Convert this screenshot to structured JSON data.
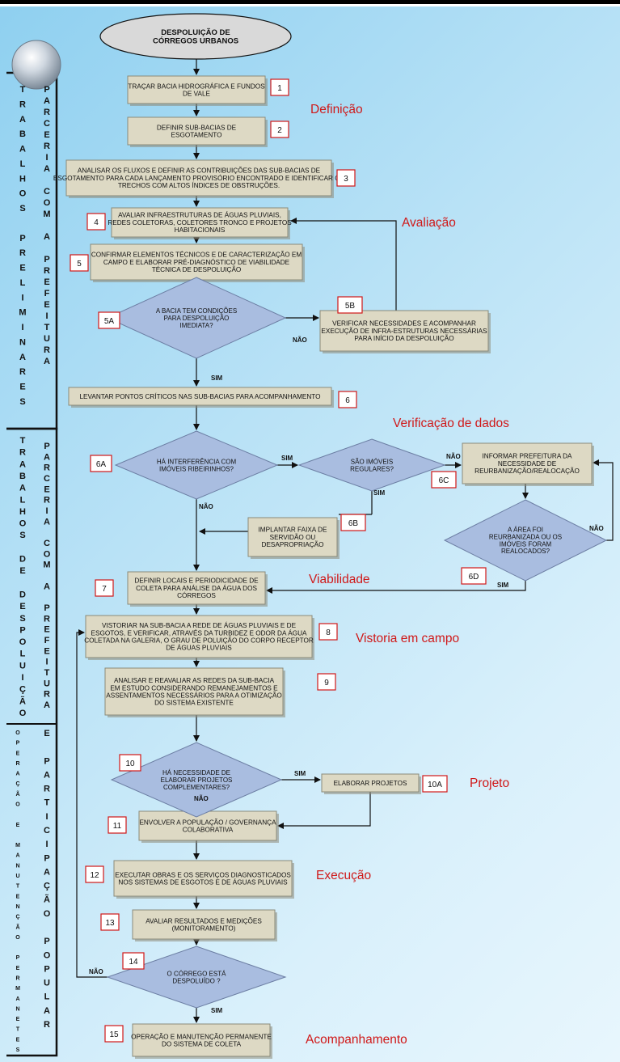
{
  "start": "DESPOLUIÇÃO DE CÓRREGOS URBANOS",
  "steps": [
    {
      "id": "s1",
      "text": "TRAÇAR BACIA HIDROGRÁFICA E FUNDOS DE VALE",
      "num": "1"
    },
    {
      "id": "s2",
      "text": "DEFINIR SUB-BACIAS DE ESGOTAMENTO",
      "num": "2"
    },
    {
      "id": "s3",
      "text": "ANALISAR OS FLUXOS E DEFINIR AS CONTRIBUIÇÕES DAS SUB-BACIAS DE ESGOTAMENTO PARA CADA LANÇAMENTO PROVISÓRIO ENCONTRADO E IDENTIFICAR OS TRECHOS COM ALTOS ÍNDICES DE OBSTRUÇÕES.",
      "num": "3"
    },
    {
      "id": "s4",
      "text": "AVALIAR INFRAESTRUTURAS DE ÁGUAS PLUVIAIS, REDES COLETORAS, COLETORES TRONCO E PROJETOS HABITACIONAIS",
      "num": "4"
    },
    {
      "id": "s5",
      "text": "CONFIRMAR ELEMENTOS TÉCNICOS E DE CARACTERIZAÇÃO EM CAMPO E ELABORAR PRÉ-DIAGNÓSTICO DE VIABILIDADE TÉCNICA DE DESPOLUIÇÃO",
      "num": "5"
    },
    {
      "id": "s5b",
      "text": "VERIFICAR NECESSIDADES E ACOMPANHAR EXECUÇÃO DE INFRA-ESTRUTURAS NECESSÁRIAS PARA INÍCIO DA DESPOLUIÇÃO",
      "num": "5B"
    },
    {
      "id": "s6",
      "text": "LEVANTAR PONTOS CRÍTICOS NAS SUB-BACIAS PARA ACOMPANHAMENTO",
      "num": "6"
    },
    {
      "id": "s6b",
      "text": "IMPLANTAR FAIXA DE SERVIDÃO OU DESAPROPRIAÇÃO",
      "num": "6B"
    },
    {
      "id": "s6c",
      "text": "INFORMAR PREFEITURA DA NECESSIDADE DE REURBANIZAÇÃO/REALOCAÇÃO",
      "num": "6C"
    },
    {
      "id": "s7",
      "text": "DEFINIR LOCAIS E PERIODICIDADE DE COLETA PARA ANÁLISE DA ÁGUA DOS CÓRREGOS",
      "num": "7"
    },
    {
      "id": "s8",
      "text": "VISTORIAR NA SUB-BACIA A REDE DE ÁGUAS PLUVIAIS E DE ESGOTOS, E VERIFICAR, ATRAVÉS DA TURBIDEZ E ODOR DA ÁGUA COLETADA NA GALERIA, O GRAU DE POLUIÇÃO DO CORPO RECEPTOR DE ÁGUAS PLUVIAIS",
      "num": "8"
    },
    {
      "id": "s9",
      "text": "ANALISAR E REAVALIAR AS REDES DA SUB-BACIA EM ESTUDO CONSIDERANDO REMANEJAMENTOS E ASSENTAMENTOS NECESSÁRIOS PARA A OTIMIZAÇÃO DO SISTEMA EXISTENTE",
      "num": "9"
    },
    {
      "id": "s10a",
      "text": "ELABORAR PROJETOS",
      "num": "10A"
    },
    {
      "id": "s11",
      "text": "ENVOLVER A POPULAÇÃO / GOVERNANÇA COLABORATIVA",
      "num": "11"
    },
    {
      "id": "s12",
      "text": "EXECUTAR OBRAS E OS SERVIÇOS DIAGNOSTICADOS NOS SISTEMAS DE ESGOTOS E DE ÁGUAS PLUVIAIS",
      "num": "12"
    },
    {
      "id": "s13",
      "text": "AVALIAR RESULTADOS E MEDIÇÕES (MONITORAMENTO)",
      "num": "13"
    },
    {
      "id": "s15",
      "text": "OPERAÇÃO E MANUTENÇÃO PERMANENTE DO SISTEMA DE COLETA",
      "num": "15"
    }
  ],
  "decisions": [
    {
      "id": "d5a",
      "text": "A BACIA TEM CONDIÇÕES PARA DESPOLUIÇÃO IMEDIATA?",
      "num": "5A"
    },
    {
      "id": "d6a",
      "text": "HÁ INTERFERÊNCIA COM IMÓVEIS RIBEIRINHOS?",
      "num": "6A"
    },
    {
      "id": "dreg",
      "text": "SÃO IMÓVEIS REGULARES?",
      "num": ""
    },
    {
      "id": "d6d",
      "text": "A ÁREA FOI REURBANIZADA OU OS IMÓVEIS FORAM REALOCADOS?",
      "num": "6D"
    },
    {
      "id": "d10",
      "text": "HÁ NECESSIDADE DE ELABORAR PROJETOS COMPLEMENTARES?",
      "num": "10"
    },
    {
      "id": "d14",
      "text": "O CÓRREGO ESTÁ DESPOLUÍDO ?",
      "num": "14"
    }
  ],
  "branch_labels": {
    "sim": "SIM",
    "nao": "NÃO"
  },
  "phases": [
    "Definição",
    "Avaliação",
    "Verificação de dados",
    "Viabilidade",
    "Vistoria em campo",
    "Projeto",
    "Execução",
    "Acompanhamento"
  ],
  "sidebar": {
    "section1": {
      "left": "TRABALHOS PRELIMINARES",
      "right": "PARCERIA COM A PREFEITURA"
    },
    "section2": {
      "left": "TRABALHOS DE DESPOLUIÇÃO",
      "right": "PARCERIA COM A PREFEITURA"
    },
    "section3": {
      "left": "OPERAÇÃO E MANUTENÇÃO PERMANETES",
      "right": "E PARTICIPAÇÃO POPULAR"
    }
  },
  "colors": {
    "box_fill": "#ddd9c4",
    "box_stroke": "#8a8a7a",
    "diamond_fill": "#a9bde0",
    "diamond_stroke": "#6c7ea3",
    "start_fill": "#d9d9d9",
    "phase_red": "#d01818",
    "num_border": "#d01818"
  }
}
